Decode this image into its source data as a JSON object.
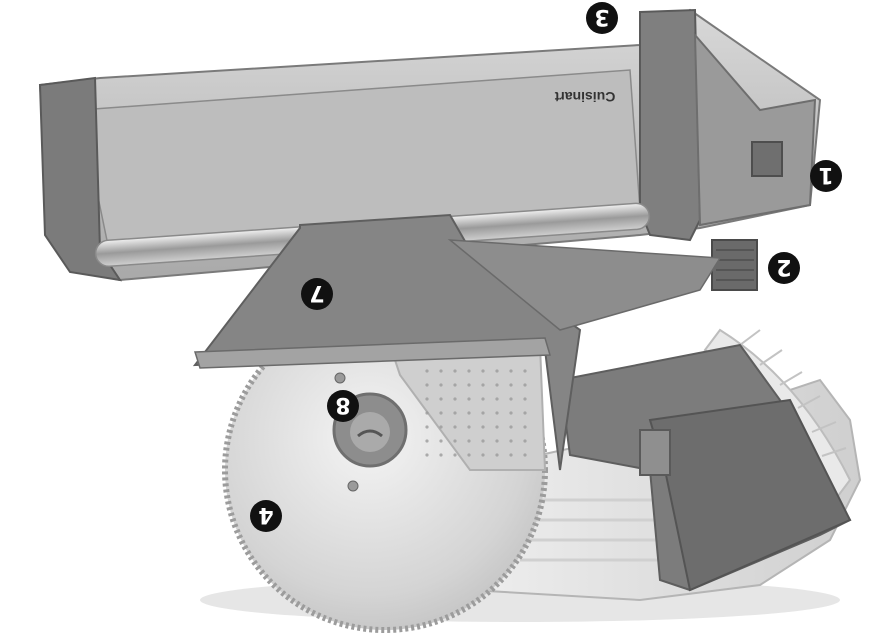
{
  "photo": {
    "brand": "Cuisinart",
    "callouts": [
      {
        "id": "1",
        "label": "1"
      },
      {
        "id": "2",
        "label": "2"
      },
      {
        "id": "3",
        "label": "3"
      },
      {
        "id": "4",
        "label": "4"
      },
      {
        "id": "7",
        "label": "7"
      },
      {
        "id": "8",
        "label": "8"
      }
    ]
  },
  "colors": {
    "callout_fill": "#111111",
    "callout_text": "#ffffff",
    "body_gray": "#8c8c8c",
    "dark_gray": "#6e6e6e",
    "light_gray": "#d9d9d9",
    "blade_silver": "#e2e2e2"
  }
}
